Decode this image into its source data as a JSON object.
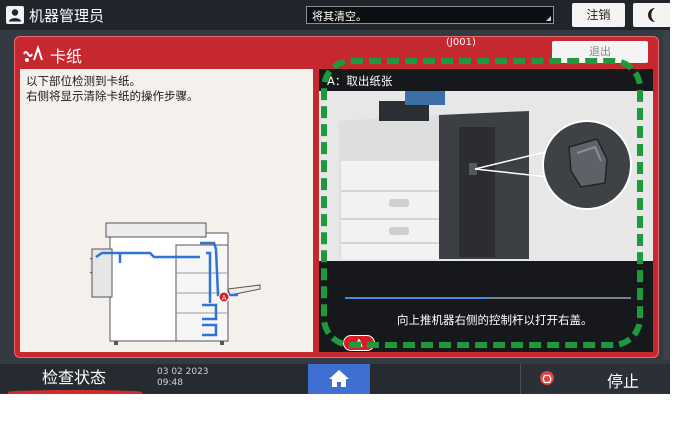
{
  "topbar": {
    "admin_label": "机器管理员",
    "message": "将其清空。",
    "logout_label": "注销"
  },
  "dialog": {
    "title": "卡纸",
    "code": "(J001)",
    "button_label": "退出",
    "description": [
      "以下部位检测到卡纸。",
      "右侧将显示清除卡纸的操作步骤。"
    ],
    "diagram_marker": "A",
    "step_title": "A：取出纸张",
    "instruction": "向上推机器右侧的控制杆以打开右盖。",
    "badge": "A",
    "progress": 0.5
  },
  "bottombar": {
    "check_status_label": "检查状态",
    "date": "03 02 2023",
    "time": "09:48",
    "stop_label": "停止"
  },
  "colors": {
    "alert_red": "#c5282e",
    "highlight_green": "#1d9a3b",
    "home_blue": "#3f6fd1"
  }
}
